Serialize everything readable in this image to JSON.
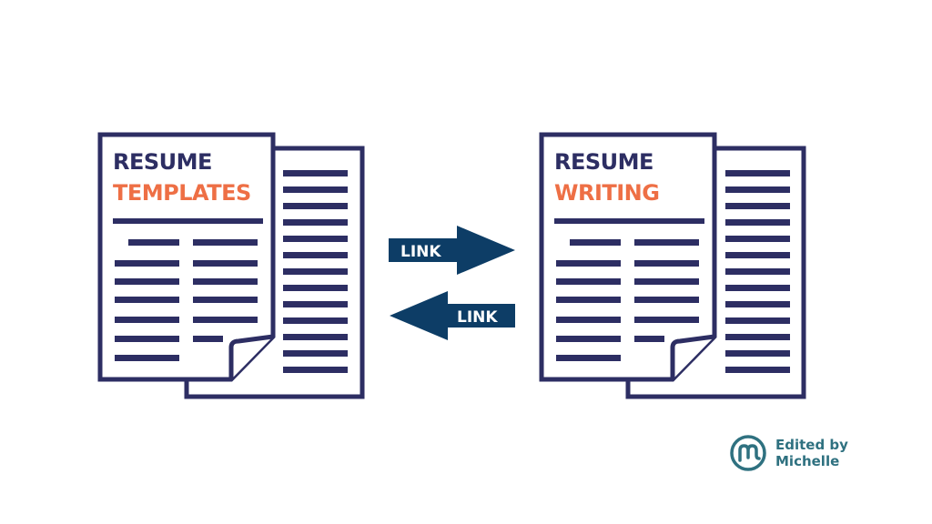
{
  "documents": {
    "left": {
      "title_line1": "RESUME",
      "title_line2": "TEMPLATES"
    },
    "right": {
      "title_line1": "RESUME",
      "title_line2": "WRITING"
    }
  },
  "arrows": {
    "right_arrow_label": "LINK",
    "left_arrow_label": "LINK"
  },
  "brand": {
    "line1": "Edited by",
    "line2": "Michelle",
    "logo_icon": "m-circle-logo-icon"
  },
  "colors": {
    "navy": "#2d2e63",
    "orange": "#ee6f45",
    "arrow": "#0d3d66",
    "brand": "#2f7180",
    "paper": "#ffffff"
  }
}
